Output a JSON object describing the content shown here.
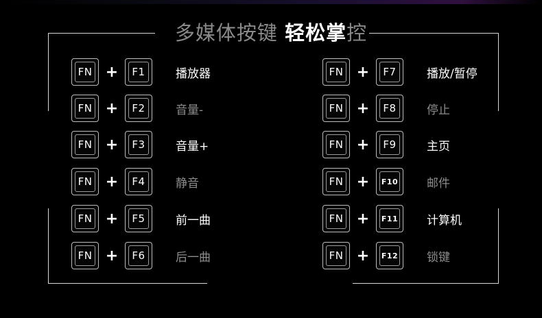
{
  "title": {
    "part1": "多媒体按键",
    "part2": "轻松掌",
    "part3": "控"
  },
  "left_column": [
    {
      "modifier": "FN",
      "key": "F1",
      "label": "播放器",
      "style": "bright"
    },
    {
      "modifier": "FN",
      "key": "F2",
      "label": "音量-",
      "style": "dim"
    },
    {
      "modifier": "FN",
      "key": "F3",
      "label": "音量+",
      "style": "bright"
    },
    {
      "modifier": "FN",
      "key": "F4",
      "label": "静音",
      "style": "dim"
    },
    {
      "modifier": "FN",
      "key": "F5",
      "label": "前一曲",
      "style": "bright"
    },
    {
      "modifier": "FN",
      "key": "F6",
      "label": "后一曲",
      "style": "dim"
    }
  ],
  "right_column": [
    {
      "modifier": "FN",
      "key": "F7",
      "label": "播放/暂停",
      "style": "bright"
    },
    {
      "modifier": "FN",
      "key": "F8",
      "label": "停止",
      "style": "dim"
    },
    {
      "modifier": "FN",
      "key": "F9",
      "label": "主页",
      "style": "bright"
    },
    {
      "modifier": "FN",
      "key": "F10",
      "label": "邮件",
      "style": "dim"
    },
    {
      "modifier": "FN",
      "key": "F11",
      "label": "计算机",
      "style": "bright"
    },
    {
      "modifier": "FN",
      "key": "F12",
      "label": "锁键",
      "style": "dim"
    }
  ],
  "plus_sign": "+",
  "colors": {
    "background": "#000000",
    "bright_text": "#ffffff",
    "dim_text": "#8c8c8c",
    "frame": "#d8d8d8"
  }
}
